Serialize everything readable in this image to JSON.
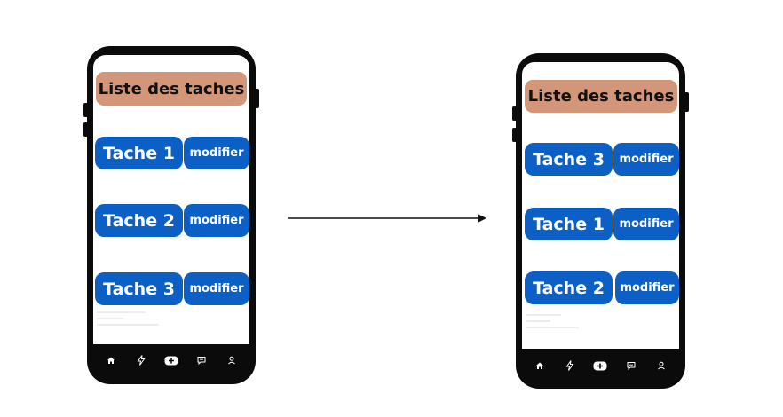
{
  "before": {
    "header": "Liste des taches",
    "tasks": [
      {
        "label": "Tache 1",
        "button": "modifier"
      },
      {
        "label": "Tache 2",
        "button": "modifier"
      },
      {
        "label": "Tache 3",
        "button": "modifier"
      }
    ]
  },
  "after": {
    "header": "Liste des taches",
    "tasks": [
      {
        "label": "Tache 3",
        "button": "modifier"
      },
      {
        "label": "Tache 1",
        "button": "modifier"
      },
      {
        "label": "Tache 2",
        "button": "modifier"
      }
    ]
  },
  "nav_icons": [
    "home-icon",
    "bolt-icon",
    "add-icon",
    "message-icon",
    "profile-icon"
  ],
  "colors": {
    "header_bg": "#d49678",
    "task_bg": "#0b5fc5",
    "phone_frame": "#0b0b0b",
    "arrow": "#111111"
  }
}
